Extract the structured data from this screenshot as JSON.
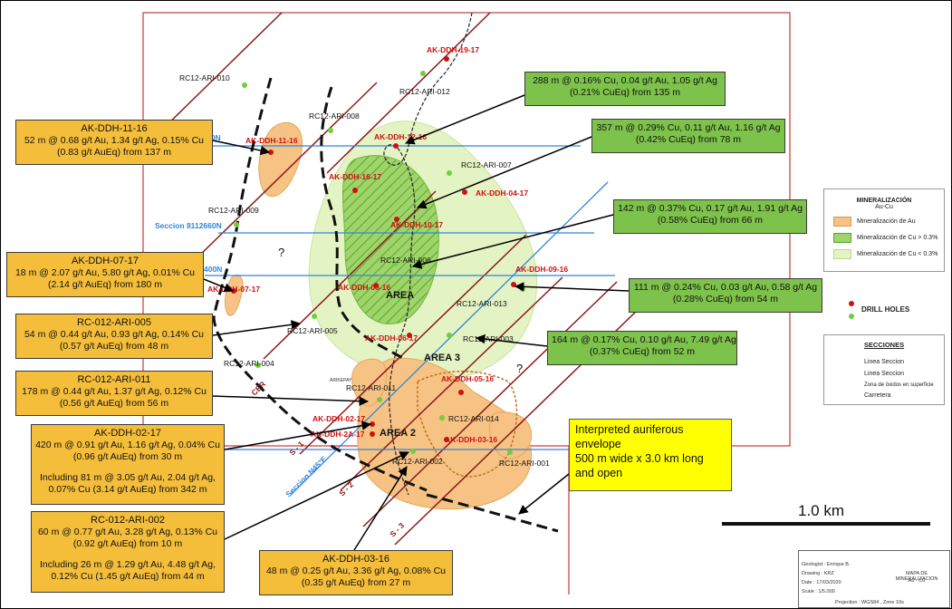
{
  "map_labels": {
    "drillholes_red": [
      "AK-DDH-19-17",
      "AK-DDH-11-16",
      "AK-DDH-12-16",
      "AK-DDH-16-17",
      "AK-DDH-04-17",
      "AK-DDH-10-17",
      "AK-DDH-07-17",
      "AK-DDH-08-16",
      "AK-DDH-09-16",
      "AK-DDH-06-17",
      "AK-DDH-05-16",
      "AK-DDH-02-17",
      "AK-DDH-2A-17",
      "AK-DDH-03-16"
    ],
    "drillholes_green": [
      "RC12-ARI-010",
      "RC12-ARI-012",
      "RC12-ARI-008",
      "RC12-ARI-007",
      "RC12-ARI-009",
      "RC12-ARI-006",
      "RC12-ARI-013",
      "RC12-ARI-005",
      "RC12-ARI-003",
      "RC12-ARI-004",
      "RC12-ARI-011",
      "RC12-ARI-014",
      "RC12-ARI-002",
      "RC12-ARI-001"
    ],
    "sections": [
      "Seccion 8112660N",
      "400N",
      "00N",
      "Seccion N45°E",
      "S - 3",
      "S - 2",
      "S - 1",
      "CER"
    ],
    "areas": [
      "AREA",
      "AREA 3",
      "AREA 2"
    ],
    "question_marks": [
      "?",
      "?"
    ],
    "small_text": "ARIKEPAY"
  },
  "callouts": {
    "ddh_11_16": {
      "title": "AK-DDH-11-16",
      "lines": [
        "52 m @ 0.68 g/t Au, 1.34 g/t Ag, 0.15% Cu",
        "(0.83 g/t AuEq) from 137 m"
      ]
    },
    "ddh_07_17": {
      "title": "AK-DDH-07-17",
      "lines": [
        "18 m @ 2.07 g/t Au, 5.80 g/t Ag, 0.01% Cu",
        "(2.14 g/t AuEq) from 180 m"
      ]
    },
    "rc_005": {
      "title": "RC-012-ARI-005",
      "lines": [
        "54 m @ 0.44 g/t Au, 0.93 g/t Ag, 0.14% Cu",
        "(0.57 g/t AuEq) from 48 m"
      ]
    },
    "rc_011": {
      "title": "RC-012-ARI-011",
      "lines": [
        "178 m @ 0.44 g/t Au, 1.37 g/t Ag, 0.12% Cu",
        "(0.56 g/t AuEq) from 56 m"
      ]
    },
    "ddh_02_17": {
      "title": "AK-DDH-02-17",
      "lines": [
        "420 m @ 0.91 g/t Au, 1.16 g/t Ag, 0.04% Cu",
        "(0.96 g/t AuEq) from 30 m"
      ],
      "lines2": [
        "Including 81 m @ 3.05 g/t Au, 2.04 g/t Ag,",
        "0.07% Cu (3.14 g/t AuEq) from 342 m"
      ]
    },
    "rc_002": {
      "title": "RC-012-ARI-002",
      "lines": [
        "60 m @ 0.77 g/t Au, 3.28 g/t Ag, 0.13% Cu",
        "(0.92 g/t AuEq) from 10 m"
      ],
      "lines2": [
        "Including 26 m @ 1.29 g/t Au, 4.48 g/t Ag,",
        "0.12% Cu (1.45 g/t AuEq) from 44 m"
      ]
    },
    "ddh_03_16": {
      "title": "AK-DDH-03-16",
      "lines": [
        "48 m @ 0.25 g/t Au, 3.36 g/t Ag, 0.08% Cu",
        "(0.35 g/t AuEq) from 27 m"
      ]
    },
    "g_288": {
      "lines": [
        "288 m @ 0.16% Cu, 0.04 g/t Au, 1.05 g/t Ag",
        "(0.21% CuEq) from 135 m"
      ]
    },
    "g_357": {
      "lines": [
        "357 m @ 0.29% Cu, 0.11 g/t Au, 1.16 g/t Ag",
        "(0.42% CuEq) from 78 m"
      ]
    },
    "g_142": {
      "lines": [
        "142 m @ 0.37% Cu, 0.17 g/t Au, 1.91 g/t Ag",
        "(0.58% CuEq) from 66 m"
      ]
    },
    "g_111": {
      "lines": [
        "111 m @ 0.24% Cu, 0.03 g/t Au, 0.58 g/t Ag",
        "(0.28% CuEq) from 54 m"
      ]
    },
    "g_164": {
      "lines": [
        "164 m @ 0.17% Cu, 0.10 g/t Au, 7.49 g/t Ag",
        "(0.37% CuEq) from 52 m"
      ]
    }
  },
  "interpretation_box": {
    "lines": [
      "Interpreted auriferous",
      "envelope",
      "500 m wide x 3.0 km long",
      "and open"
    ]
  },
  "scale_bar": {
    "label": "1.0 km"
  },
  "legend_mineralization": {
    "title": "MINERALIZACIÓN",
    "subtitle": "Au-Cu",
    "items": [
      {
        "label": "Mineralización de Au",
        "color": "#f6c384"
      },
      {
        "label": "Mineralización de Cu > 0.3%",
        "color": "#9fd46a"
      },
      {
        "label": "Mineralización de Cu < 0.3%",
        "color": "#e4f3c3"
      }
    ]
  },
  "legend_drillholes": {
    "label": "DRILL HOLES",
    "colors": [
      "#cc1111",
      "#6fcf3a"
    ]
  },
  "legend_sections": {
    "title": "SECCIONES",
    "items": [
      "Linea Seccion",
      "Linea Seccion",
      "Zona de óxidos en superficie",
      "Carretera"
    ]
  },
  "title_block": {
    "geologist": "Geologist : Enrique B.",
    "drawing": "Drawing : KRZ",
    "date": "Date : 17/03/2020",
    "scale": "Scale : 1/5.000",
    "title": "MAPA DE MINERALIZACION",
    "subtitle": "Au - Cu",
    "projection": "Projection : WGS84 , Zone 19s"
  },
  "colors": {
    "gold_box": "#f4be3b",
    "green_box": "#7dc24b",
    "section_red": "#8b1a1a",
    "section_blue": "#2e86de",
    "au_zone": "#f6c384",
    "cu_high": "#9fd46a",
    "cu_low": "#e4f3c3"
  }
}
